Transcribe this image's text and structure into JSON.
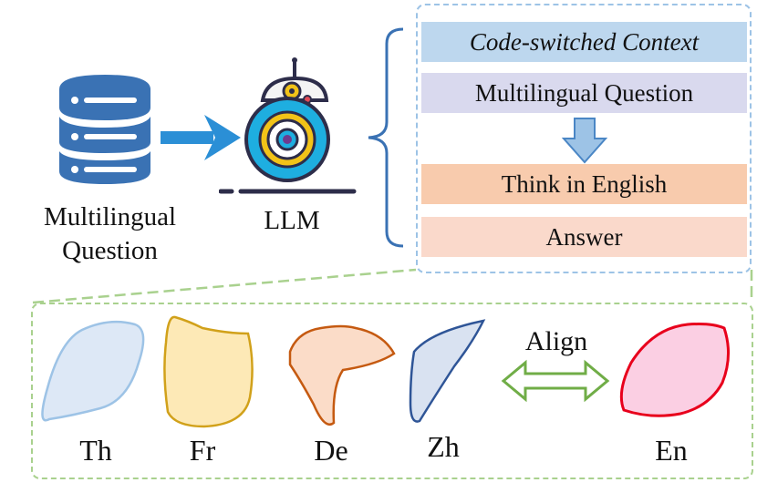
{
  "left": {
    "label_line1": "Multilingual",
    "label_line2": "Question"
  },
  "llm": {
    "label": "LLM"
  },
  "pipeline": {
    "steps": [
      {
        "label": "Code-switched Context"
      },
      {
        "label": "Multilingual Question"
      },
      {
        "label": "Think in English"
      },
      {
        "label": "Answer"
      }
    ]
  },
  "languages": {
    "th": "Th",
    "fr": "Fr",
    "de": "De",
    "zh": "Zh",
    "en": "En",
    "align_label": "Align"
  },
  "colors": {
    "database": "#3a72b4",
    "arrow": "#2b8fd6",
    "pipeline_border": "#9dc3e6",
    "latent_border": "#a9d18e",
    "th": "#9dc3e6",
    "fr": "#d1a11a",
    "de": "#c55a11",
    "zh": "#2f5597",
    "en": "#e8001c",
    "align_arrow": "#70ad47"
  }
}
